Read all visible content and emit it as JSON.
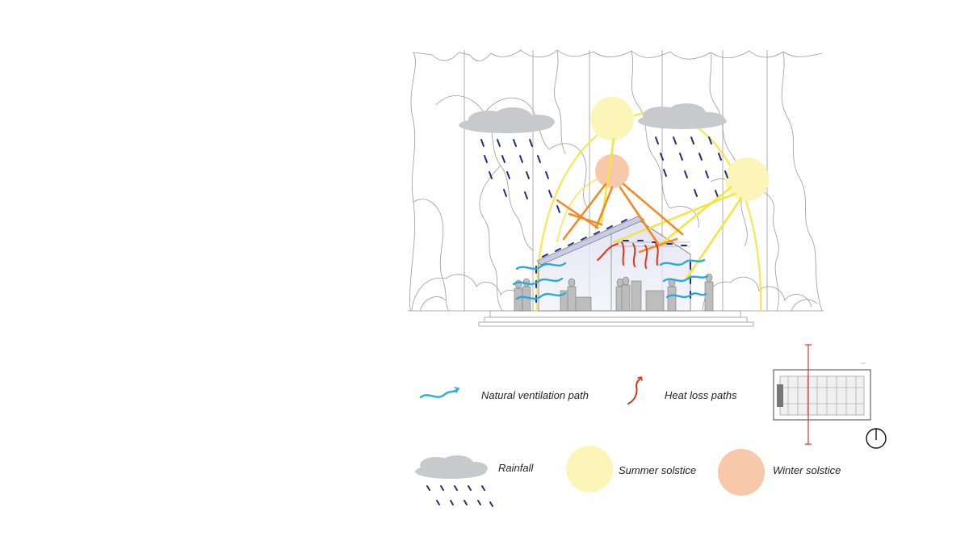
{
  "legend": {
    "ventilation": "Natural ventilation path",
    "heat_loss": "Heat loss paths",
    "rainfall": "Rainfall",
    "summer": "Summer solstice",
    "winter": "Winter solstice"
  },
  "colors": {
    "ventilation": "#29a8dd",
    "heat_loss": "#e0331f",
    "rain_drop": "#2b2a7d",
    "cloud": "#c8c9cc",
    "summer_sun": "#fbf6b7",
    "summer_ray": "#f7e43a",
    "winter_sun": "#f8c8ab",
    "winter_ray": "#f28a21",
    "tree_line": "#9a9a9a",
    "building_tint": "#dfe1f2"
  },
  "icons": {
    "compass": "north-arrow-icon"
  }
}
